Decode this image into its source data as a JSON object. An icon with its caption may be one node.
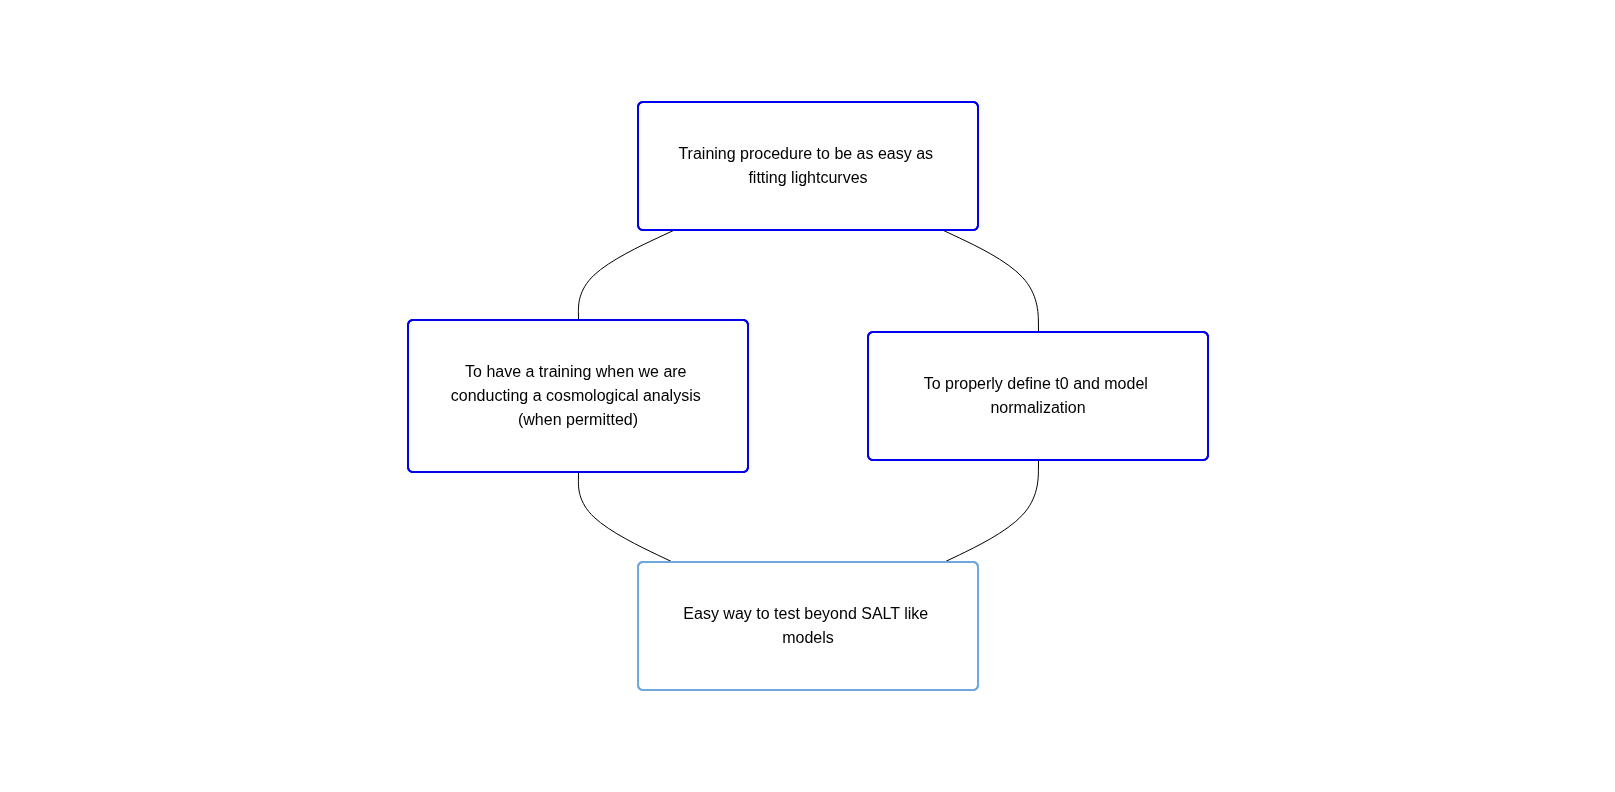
{
  "diagram": {
    "nodes": [
      {
        "text": [
          "Training procedure to be as easy as fitting lightcurves"
        ]
      },
      {
        "text": [
          "To have a training when we are conducting a cosmological analysis (when permitted)"
        ]
      },
      {
        "text": [
          "To properly define t0 and model normalization"
        ]
      },
      {
        "text": [
          "Easy way to test beyond SALT like models"
        ]
      }
    ],
    "edges": [
      {
        "from": 0,
        "to": 1,
        "arrow": "none"
      },
      {
        "from": 0,
        "to": 2,
        "arrow": "none"
      },
      {
        "from": 1,
        "to": 3,
        "arrow": "none"
      },
      {
        "from": 2,
        "to": 3,
        "arrow": "none"
      }
    ]
  }
}
